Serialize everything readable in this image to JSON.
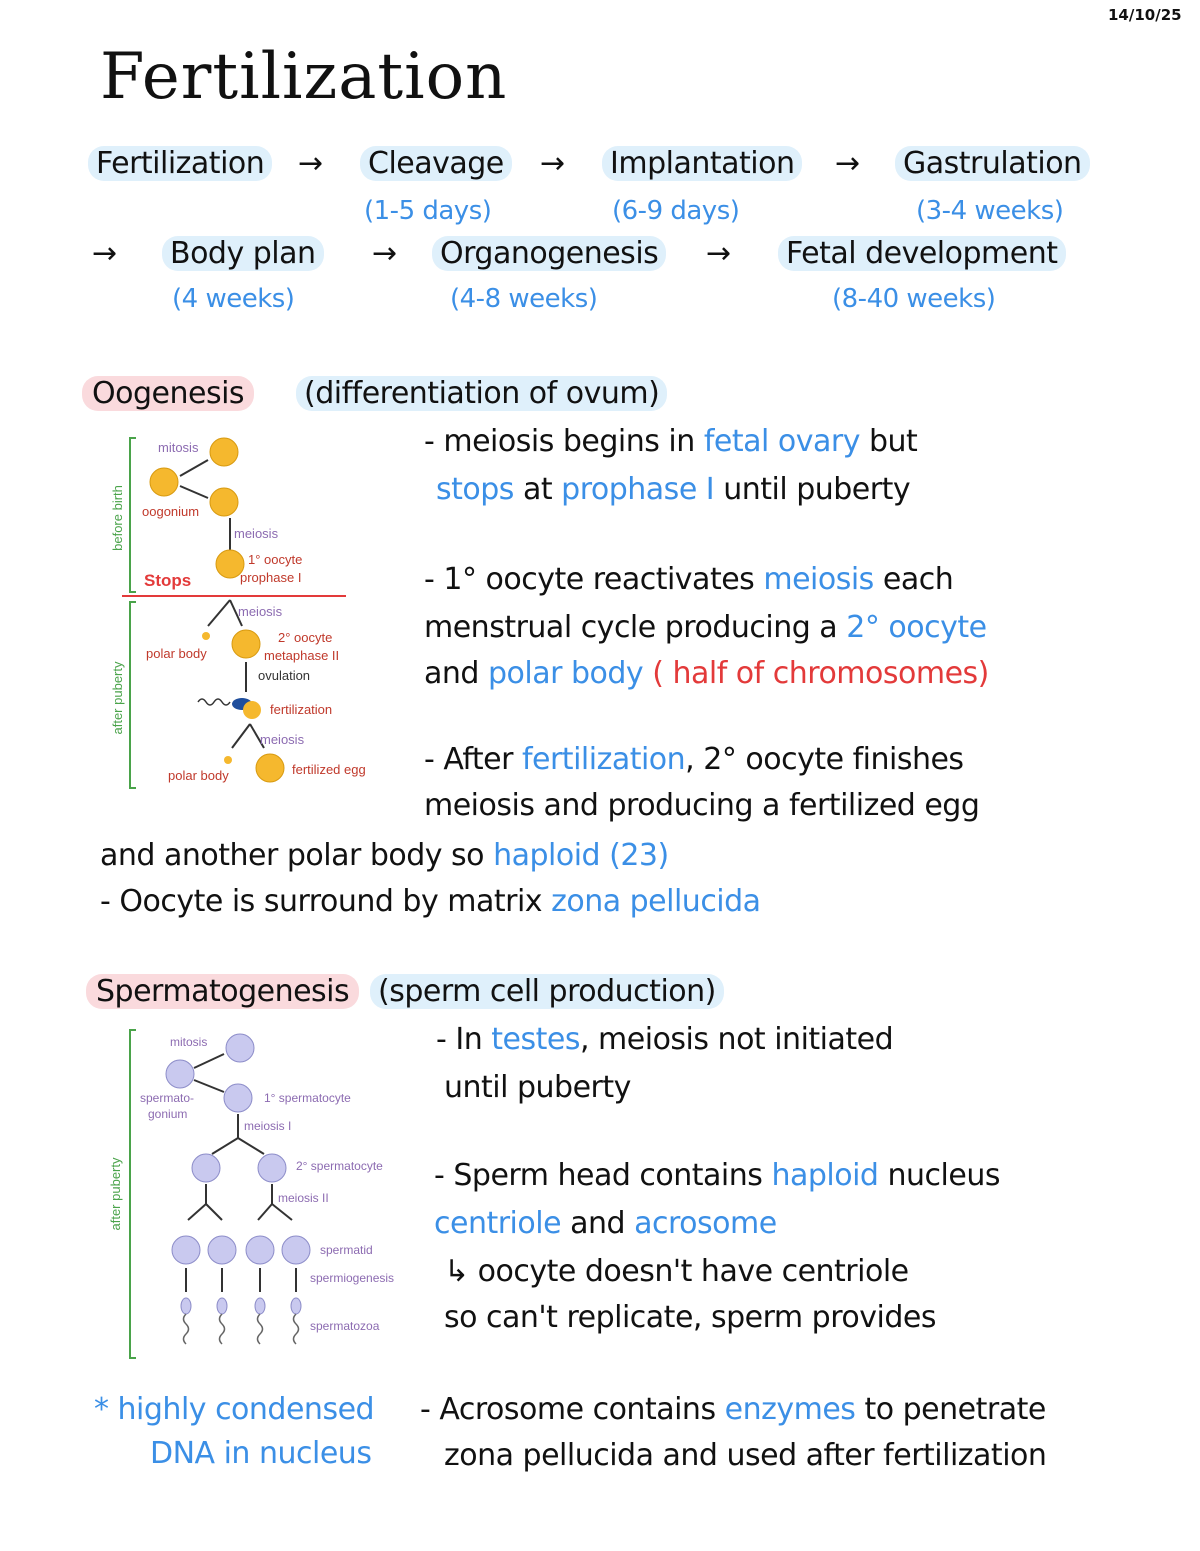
{
  "date": "14/10/25",
  "title": "Fertilization",
  "timeline": {
    "row1": [
      {
        "stage": "Fertilization",
        "time": ""
      },
      {
        "stage": "Cleavage",
        "time": "(1-5 days)"
      },
      {
        "stage": "Implantation",
        "time": "(6-9 days)"
      },
      {
        "stage": "Gastrulation",
        "time": "(3-4 weeks)"
      }
    ],
    "row2": [
      {
        "stage": "Body plan",
        "time": "(4 weeks)"
      },
      {
        "stage": "Organogenesis",
        "time": "(4-8 weeks)"
      },
      {
        "stage": "Fetal development",
        "time": "(8-40 weeks)"
      }
    ],
    "arrow": "→"
  },
  "oogenesis": {
    "heading": "Oogenesis",
    "subheading": "(differentiation of ovum)",
    "diagram": {
      "before_birth": "before birth",
      "after_puberty": "after puberty",
      "mitosis": "mitosis",
      "oogonium": "oogonium",
      "meiosis": "meiosis",
      "primary_oocyte": "1° oocyte",
      "prophase": "prophase I",
      "stops": "Stops",
      "meiosis2": "meiosis",
      "polar_body": "polar body",
      "secondary_oocyte": "2° oocyte",
      "metaphase": "metaphase II",
      "ovulation": "ovulation",
      "fertilization": "fertilization",
      "meiosis3": "meiosis",
      "polar_body2": "polar body",
      "fertilized_egg": "fertilized egg"
    },
    "bullet1": {
      "a": "- meiosis begins in",
      "b": "fetal ovary",
      "c": "but",
      "d": "stops",
      "e": "at",
      "f": "prophase I",
      "g": "until puberty"
    },
    "bullet2": {
      "a": "- 1° oocyte reactivates",
      "b": "meiosis",
      "c": "each",
      "d": "menstrual cycle producing a",
      "e": "2° oocyte",
      "f": "and",
      "g": "polar body",
      "h": "( half of chromosomes)"
    },
    "bullet3": {
      "a": "- After",
      "b": "fertilization",
      "c": ", 2° oocyte finishes",
      "d": "meiosis and producing a fertilized egg",
      "e": "and another polar body so",
      "f": "haploid (23)"
    },
    "bullet4": {
      "a": "- Oocyte is surround by matrix",
      "b": "zona pellucida"
    }
  },
  "spermatogenesis": {
    "heading": "Spermatogenesis",
    "subheading": "(sperm cell production)",
    "diagram": {
      "after_puberty": "after puberty",
      "mitosis": "mitosis",
      "spermatogonium": "spermato-",
      "spermatogonium2": "gonium",
      "primary": "1° spermatocyte",
      "meiosis1": "meiosis I",
      "secondary": "2° spermatocyte",
      "meiosis2": "meiosis II",
      "spermatid": "spermatid",
      "spermiogenesis": "spermiogenesis",
      "spermatozoa": "spermatozoa"
    },
    "bullet1": {
      "a": "- In",
      "b": "testes",
      "c": ", meiosis not initiated",
      "d": "until puberty"
    },
    "bullet2": {
      "a": "- Sperm head contains",
      "b": "haploid",
      "c": "nucleus",
      "d": "centriole",
      "e": "and",
      "f": "acrosome",
      "g": "↳ oocyte doesn't have centriole",
      "h": "so can't replicate, sperm provides"
    },
    "note": {
      "a": "* highly condensed",
      "b": "DNA in nucleus"
    },
    "bullet3": {
      "a": "- Acrosome contains",
      "b": "enzymes",
      "c": "to penetrate",
      "d": "zona pellucida and used after fertilization"
    }
  },
  "colors": {
    "accent_blue": "#3b8fe6",
    "accent_red": "#e33a3a",
    "highlight_blue": "#dff0fb",
    "highlight_pink": "#fadadd",
    "cell_egg": "#f5b82e",
    "cell_sperm": "#c9c9ef",
    "bracket_green": "#4aa34a"
  }
}
